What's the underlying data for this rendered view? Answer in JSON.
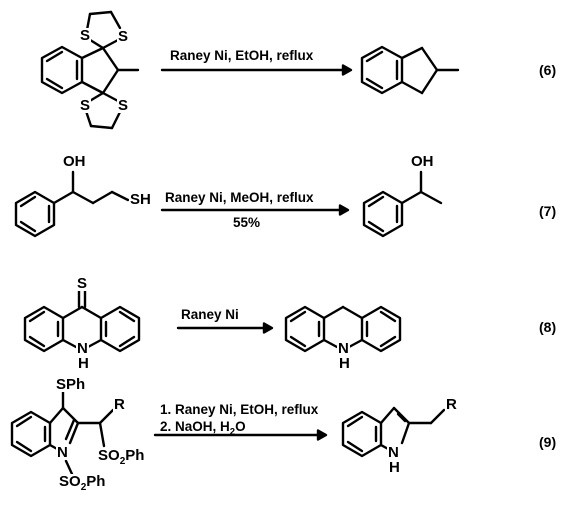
{
  "reactions": [
    {
      "number": "(6)",
      "conditions_top": "Raney Ni, EtOH, reflux",
      "conditions_bottom": "",
      "atoms": {
        "s1": "S",
        "s2": "S",
        "s3": "S",
        "s4": "S"
      }
    },
    {
      "number": "(7)",
      "conditions_top": "Raney Ni, MeOH, reflux",
      "conditions_bottom": "55%",
      "atoms": {
        "oh_sm": "OH",
        "sh": "SH",
        "oh_prod": "OH"
      }
    },
    {
      "number": "(8)",
      "conditions_top": "Raney Ni",
      "conditions_bottom": "",
      "atoms": {
        "s": "S",
        "n_sm": "N",
        "h_sm": "H",
        "n_prod": "N",
        "h_prod": "H"
      }
    },
    {
      "number": "(9)",
      "conditions_top": "1. Raney Ni, EtOH, reflux",
      "conditions_bottom": "2. NaOH, H",
      "conditions_bottom_sub": "2",
      "conditions_bottom_tail": "O",
      "atoms": {
        "sph": "SPh",
        "r_sm": "R",
        "n_sm": "N",
        "so_a": "SO",
        "so_a_sub": "2",
        "so_a_tail": "Ph",
        "so_b": "SO",
        "so_b_sub": "2",
        "so_b_tail": "Ph",
        "r_prod": "R",
        "n_prod": "N",
        "h_prod": "H"
      }
    }
  ]
}
